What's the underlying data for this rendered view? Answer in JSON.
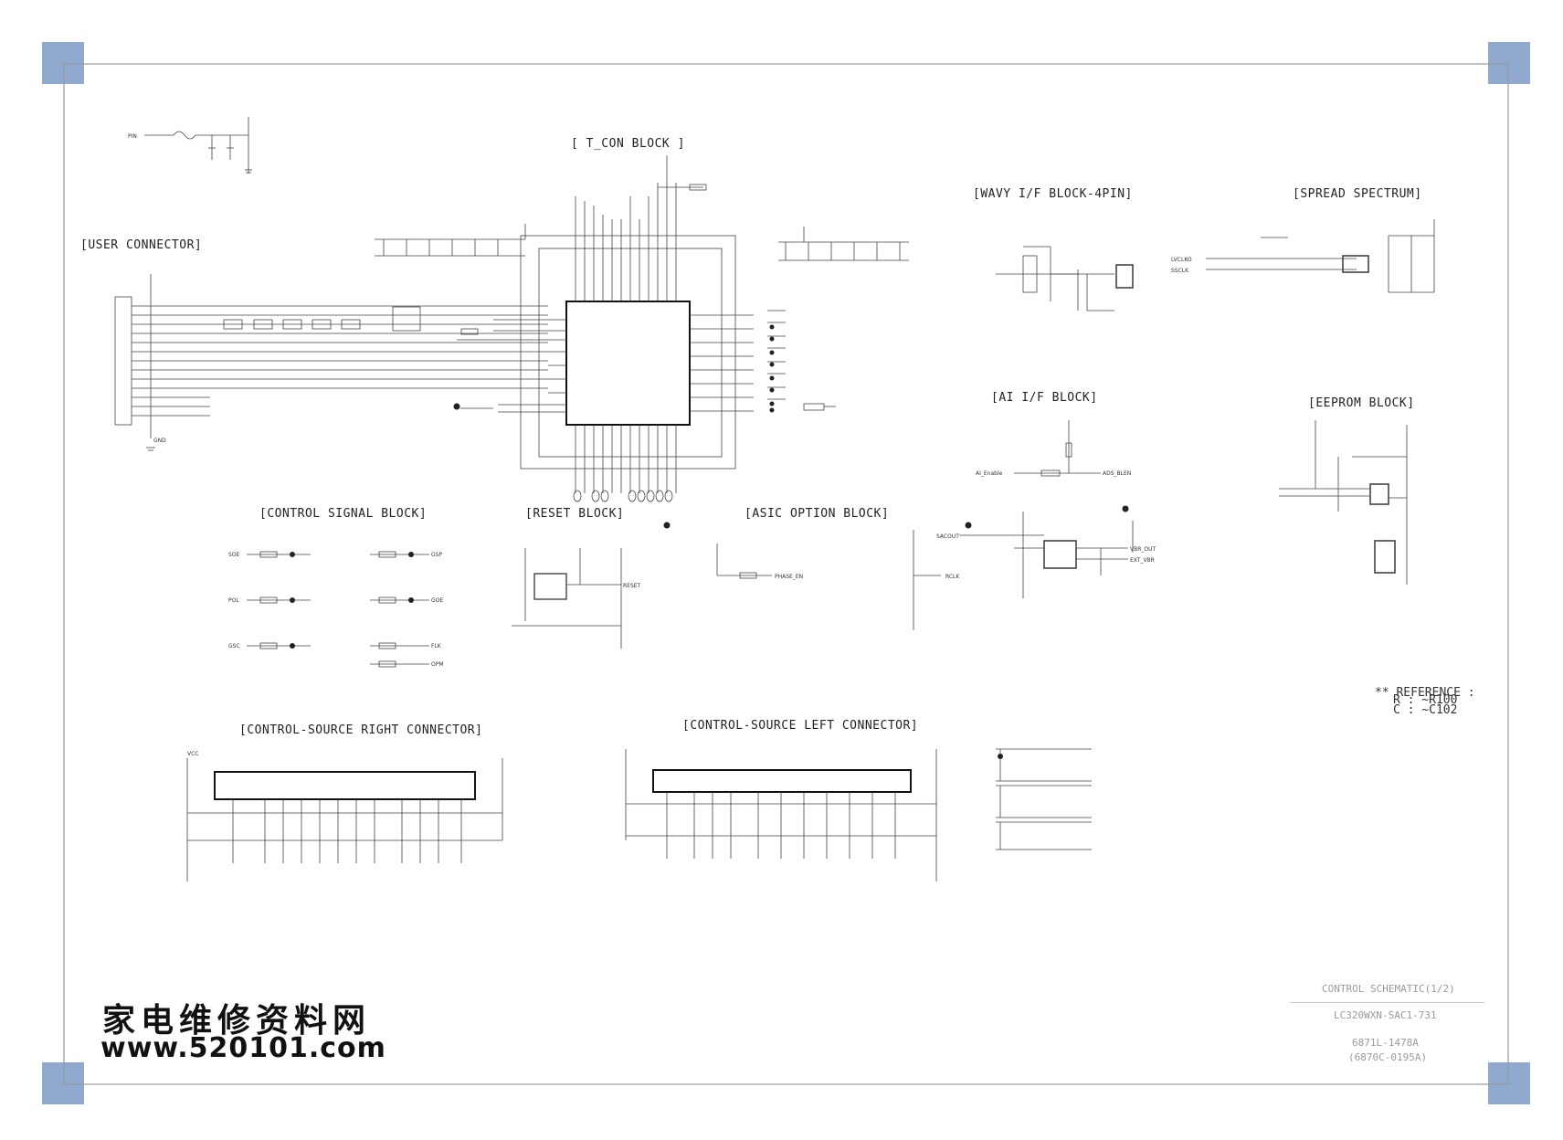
{
  "blocks": {
    "t_con": "[ T_CON  BLOCK ]",
    "user_connector": "[USER CONNECTOR]",
    "wavy": "[WAVY I/F BLOCK-4PIN]",
    "spread": "[SPREAD SPECTRUM]",
    "ai": "[AI I/F  BLOCK]",
    "eeprom": "[EEPROM BLOCK]",
    "control_signal": "[CONTROL SIGNAL BLOCK]",
    "reset": "[RESET BLOCK]",
    "asic_option": "[ASIC OPTION BLOCK]",
    "right_connector": "[CONTROL-SOURCE RIGHT CONNECTOR]",
    "left_connector": "[CONTROL-SOURCE LEFT CONNECTOR]"
  },
  "reference": {
    "line1": "** REFERENCE :",
    "line2": "R : ~R100",
    "line3": "C : ~C102"
  },
  "title_block": {
    "title": "CONTROL SCHEMATIC(1/2)",
    "model": "LC320WXN-SAC1-731",
    "doc_no": "6871L-1478A",
    "doc_sub": "(6870C-0195A)"
  },
  "watermark": {
    "chinese": "家电维修资料网",
    "url": "www.520101.com"
  },
  "labels": {
    "pin": "PIN",
    "lvclk": "LVCLKO",
    "ssclk": "SSCLK",
    "ai_enable": "AI_Enable",
    "ads_blen": "ADS_BLEN",
    "phase_en": "PHASE_EN",
    "rclk": "RCLK",
    "reset": "RESET",
    "sacout": "SACOUT",
    "vbr_out": "VBR_OUT",
    "ext_vbr": "EXT_VBR",
    "soe": "SOE",
    "gsp": "GSP",
    "pol": "POL",
    "gsc": "GSC",
    "flk": "FLK",
    "opm": "OPM",
    "goe": "GOE",
    "vcc": "VCC",
    "gnd": "GND"
  },
  "colors": {
    "corner": "#8fa9cf",
    "wire": "#444444",
    "frame": "#999999"
  }
}
